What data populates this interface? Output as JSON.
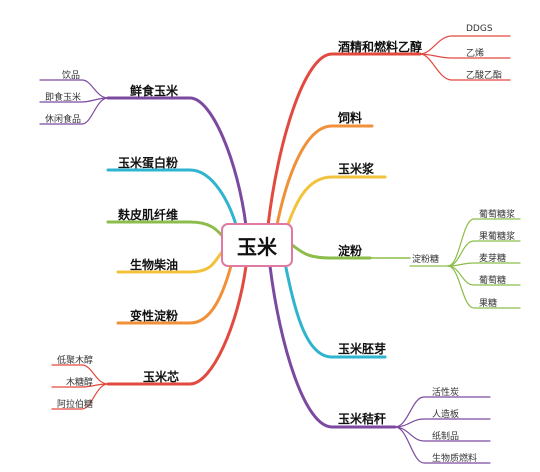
{
  "center": "玉米",
  "right": [
    {
      "label": "酒精和燃料乙醇",
      "color": "#e2493f",
      "leaves": [
        "DDGS",
        "乙烯",
        "乙酸乙酯"
      ]
    },
    {
      "label": "饲料",
      "color": "#f0913a",
      "leaves": []
    },
    {
      "label": "玉米浆",
      "color": "#f3c23d",
      "leaves": []
    },
    {
      "label": "淀粉",
      "color": "#8cbd4a",
      "sub": "淀粉糖",
      "leaves": [
        "葡萄糖浆",
        "果葡糖浆",
        "麦芽糖",
        "葡萄糖",
        "果糖"
      ]
    },
    {
      "label": "玉米胚芽",
      "color": "#2fb4cf",
      "leaves": []
    },
    {
      "label": "玉米秸秆",
      "color": "#7b4aa0",
      "leaves": [
        "活性炭",
        "人造板",
        "纸制品",
        "生物质燃料"
      ]
    }
  ],
  "left": [
    {
      "label": "鲜食玉米",
      "color": "#7b4aa0",
      "leaves": [
        "饮品",
        "即食玉米",
        "休闲食品"
      ]
    },
    {
      "label": "玉米蛋白粉",
      "color": "#2fb4cf",
      "leaves": []
    },
    {
      "label": "麸皮肌纤维",
      "color": "#8cbd4a",
      "leaves": []
    },
    {
      "label": "生物柴油",
      "color": "#f3c23d",
      "leaves": []
    },
    {
      "label": "变性淀粉",
      "color": "#f0913a",
      "leaves": []
    },
    {
      "label": "玉米芯",
      "color": "#e2493f",
      "leaves": [
        "低聚木醇",
        "木糖醇",
        "阿拉伯糖"
      ]
    }
  ]
}
